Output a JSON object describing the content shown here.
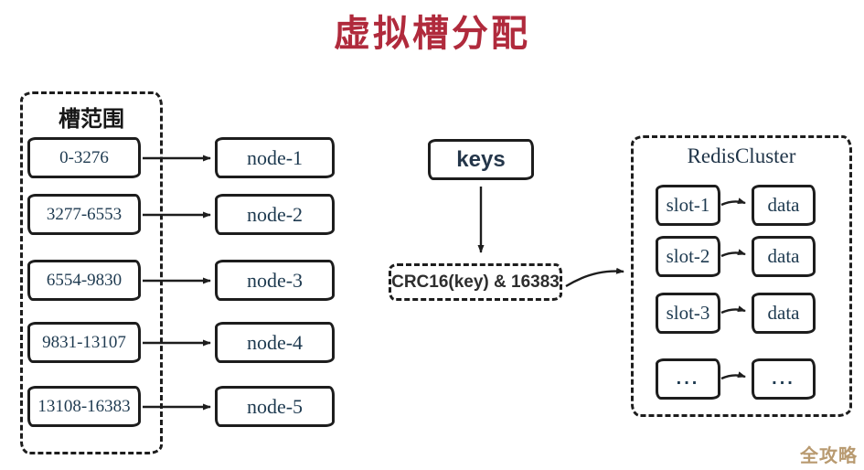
{
  "title": "虚拟槽分配",
  "colors": {
    "title": "#b02a3c",
    "ink": "#1d1d1d",
    "box_text": "#1e3a50",
    "watermark": "#b89a70"
  },
  "left_panel": {
    "label": "槽范围",
    "ranges": [
      "0-3276",
      "3277-6553",
      "6554-9830",
      "9831-13107",
      "13108-16383"
    ]
  },
  "nodes": [
    "node-1",
    "node-2",
    "node-3",
    "node-4",
    "node-5"
  ],
  "middle": {
    "keys_label": "keys",
    "hash_formula": "CRC16(key) & 16383"
  },
  "right_panel": {
    "label": "RedisCluster",
    "rows": [
      {
        "slot": "slot-1",
        "data": "data"
      },
      {
        "slot": "slot-2",
        "data": "data"
      },
      {
        "slot": "slot-3",
        "data": "data"
      },
      {
        "slot": "...",
        "data": "..."
      }
    ]
  },
  "watermark": "全攻略"
}
